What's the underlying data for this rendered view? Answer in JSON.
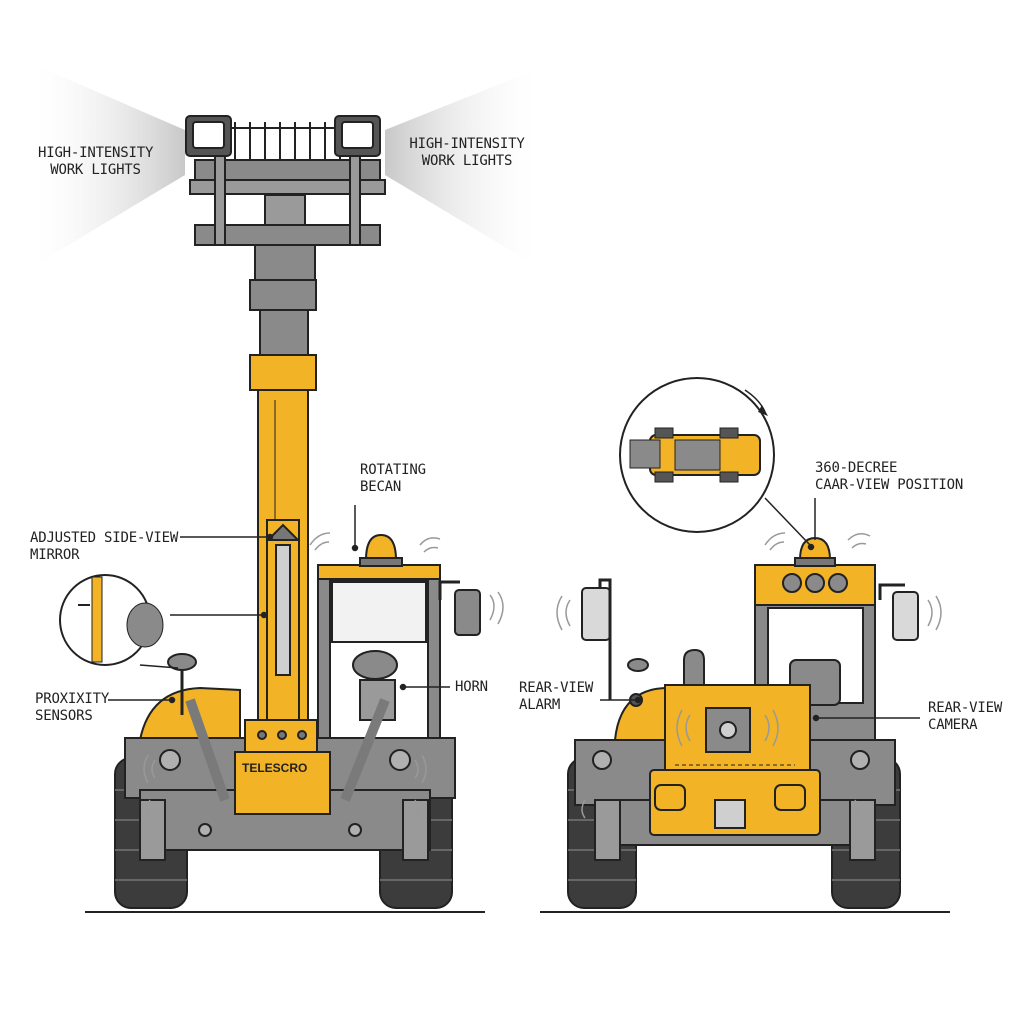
{
  "labels": {
    "lights_left": [
      "HIGH-INTENSITY",
      "WORK LIGHTS"
    ],
    "lights_right": [
      "HIGH-INTENSITY",
      "WORK LIGHTS"
    ],
    "beacon": [
      "ROTATING",
      "BECAN"
    ],
    "mirror": [
      "ADJUSTED SIDE-VIEW",
      "MIRROR"
    ],
    "proximity": [
      "PROXIXITY",
      "SENSORS"
    ],
    "horn": "HORN",
    "camera_360": [
      "360-DECREE",
      "CAAR-VIEW POSITION"
    ],
    "rear_alarm": [
      "REAR-VIEW",
      "ALARM"
    ],
    "rear_camera": [
      "REAR-VIEW",
      "CAMERA"
    ]
  },
  "machine": {
    "brand_plate": "TELESCRO"
  },
  "colors": {
    "body_yellow": "#F2B326",
    "frame_gray": "#808080",
    "tire_dark": "#3c3c3c",
    "line_black": "#222222"
  }
}
